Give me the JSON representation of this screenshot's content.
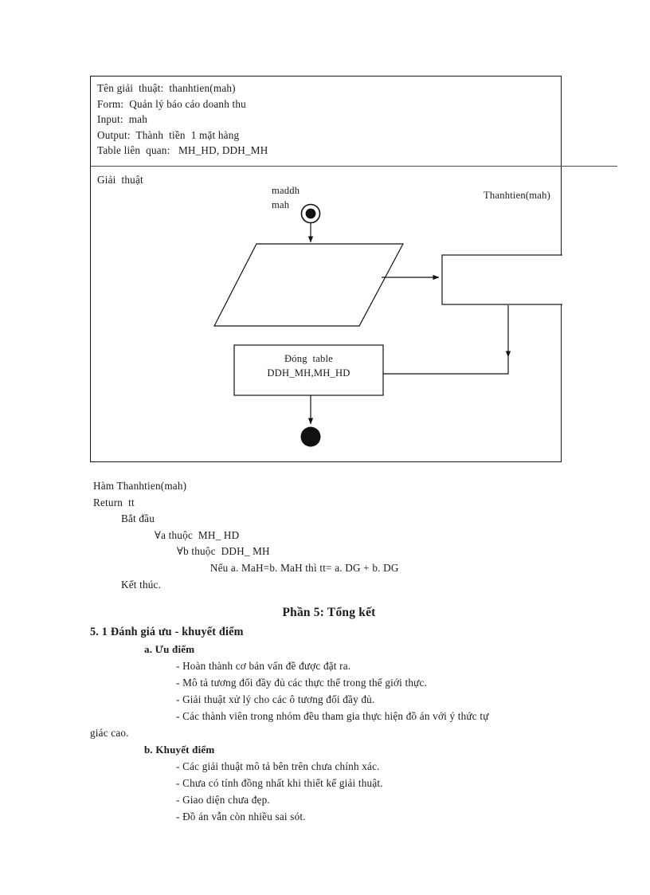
{
  "algorithm_spec": {
    "header_lines": [
      "Tên giải  thuật:  thanhtien(mah)",
      "Form:  Quản lý báo cáo doanh thu",
      "Input:  mah",
      "Output:  Thành  tiền  1 mặt hàng",
      "Table liên  quan:   MH_HD, DDH_MH"
    ],
    "body_label": "Giải  thuật",
    "flowchart": {
      "start_node": "start-node",
      "end_node": "end-node",
      "io_node_text": "maddh\nmah",
      "process_node_text": "Thanhtien(mah)",
      "close_node_text": "Đóng  table\nDDH_MH,MH_HD"
    }
  },
  "pseudocode": {
    "lines": [
      "Hàm Thanhtien(mah)",
      "Return  tt",
      "          Bắt đầu",
      "                      ∀a thuộc  MH_ HD",
      "                              ∀b thuộc  DDH_ MH",
      "                                          Nếu a. MaH=b. MaH thì tt= a. DG + b. DG",
      "          Kết thúc."
    ]
  },
  "part5": {
    "title": "Phần 5:  Tổng kết",
    "section_title": "5. 1 Đánh giá ưu - khuyết điểm",
    "advantages": {
      "heading": "a. Ưu điểm",
      "items": [
        "- Hoàn thành  cơ bản vấn đề được đặt ra.",
        "- Mô tả tương  đối đầy đủ các thực thể trong thế giới  thực.",
        "- Giải  thuật xử lý cho các ô tương  đối đầy đủ.",
        "- Các thành  viên trong nhóm  đều tham  gia thực hiện  đồ án với ý thức tự"
      ],
      "wrapped_tail": "giác cao."
    },
    "disadvantages": {
      "heading": "b. Khuyết điểm",
      "items": [
        "- Các giải  thuật mô tả bên trên chưa chính  xác.",
        "- Chưa có tính  đồng nhất khi thiết kế giải  thuật.",
        "- Giao  diện chưa đẹp.",
        "- Đồ án vẫn còn nhiều  sai sót."
      ]
    }
  }
}
